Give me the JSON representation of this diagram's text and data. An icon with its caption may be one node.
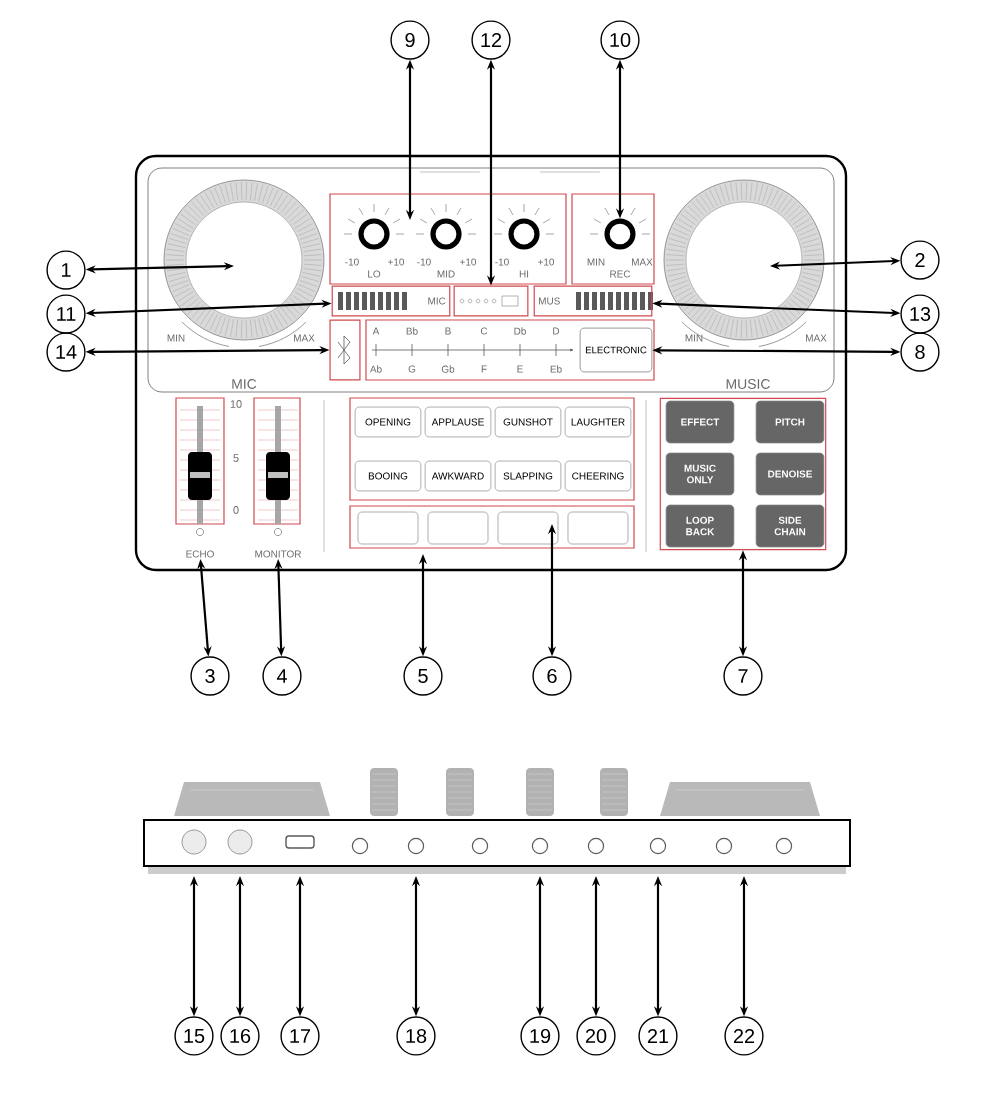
{
  "diagram": {
    "nodes": [
      {
        "text": [
          "1"
        ]
      },
      {
        "text": [
          "2"
        ]
      },
      {
        "text": [
          "3"
        ]
      },
      {
        "text": [
          "4"
        ]
      },
      {
        "text": [
          "5"
        ]
      },
      {
        "text": [
          "6"
        ]
      },
      {
        "text": [
          "7"
        ]
      },
      {
        "text": [
          "8"
        ]
      },
      {
        "text": [
          "9"
        ]
      },
      {
        "text": [
          "10"
        ]
      },
      {
        "text": [
          "11"
        ]
      },
      {
        "text": [
          "12"
        ]
      },
      {
        "text": [
          "13"
        ]
      },
      {
        "text": [
          "14"
        ]
      },
      {
        "text": [
          "15"
        ]
      },
      {
        "text": [
          "16"
        ]
      },
      {
        "text": [
          "17"
        ]
      },
      {
        "text": [
          "18"
        ]
      },
      {
        "text": [
          "19"
        ]
      },
      {
        "text": [
          "20"
        ]
      },
      {
        "text": [
          "21"
        ]
      },
      {
        "text": [
          "22"
        ]
      },
      {
        "text": [
          "ECHO"
        ]
      },
      {
        "text": [
          "MONITOR"
        ]
      },
      {
        "text": [
          "MIC"
        ]
      },
      {
        "text": [
          "MUS"
        ]
      },
      {
        "text": [
          "ELECTRONIC"
        ]
      },
      {
        "text": [],
        "shape": "box"
      },
      {
        "text": [],
        "shape": "box"
      },
      {
        "text": [],
        "shape": "circle"
      },
      {
        "text": [],
        "shape": "box"
      }
    ],
    "edges": [
      {
        "from": 0,
        "to": null,
        "arrow": "both"
      },
      {
        "from": 1,
        "to": null,
        "arrow": "both"
      },
      {
        "from": 2,
        "to": 22,
        "arrow": "both"
      },
      {
        "from": 3,
        "to": 23,
        "arrow": "both"
      },
      {
        "from": 4,
        "to": null,
        "arrow": "both"
      },
      {
        "from": 5,
        "to": null,
        "arrow": "both"
      },
      {
        "from": 6,
        "to": 30,
        "arrow": "both"
      },
      {
        "from": 7,
        "to": 26,
        "arrow": "both"
      },
      {
        "from": 8,
        "to": null,
        "arrow": "both"
      },
      {
        "from": 9,
        "to": 29,
        "arrow": "both"
      },
      {
        "from": 10,
        "to": 24,
        "arrow": "both"
      },
      {
        "from": 11,
        "to": 28,
        "arrow": "both"
      },
      {
        "from": 12,
        "to": 25,
        "arrow": "both"
      },
      {
        "from": 13,
        "to": 27,
        "arrow": "both"
      },
      {
        "from": 14,
        "to": null,
        "arrow": "both"
      },
      {
        "from": 15,
        "to": null,
        "arrow": "both"
      },
      {
        "from": 16,
        "to": null,
        "arrow": "both"
      },
      {
        "from": 17,
        "to": null,
        "arrow": "both"
      },
      {
        "from": 18,
        "to": null,
        "arrow": "both"
      },
      {
        "from": 19,
        "to": null,
        "arrow": "both"
      },
      {
        "from": 20,
        "to": null,
        "arrow": "both"
      },
      {
        "from": 21,
        "to": null,
        "arrow": "both"
      }
    ],
    "labels": [
      "MIN",
      "MIC",
      "MAX",
      "MIN",
      "MUSIC",
      "MAX",
      "-10",
      "LO",
      "+10",
      "-10",
      "MID",
      "+10",
      "-10",
      "HI",
      "+10",
      "MIN",
      "REC",
      "MAX",
      "A",
      "Bb",
      "B",
      "C",
      "Db",
      "D",
      "Ab",
      "G",
      "Gb",
      "F",
      "E",
      "Eb",
      "10",
      "5",
      "0",
      "OPENING",
      "APPLAUSE",
      "GUNSHOT",
      "LAUGHTER",
      "BOOING",
      "AWKWARD",
      "SLAPPING",
      "CHEERING",
      "EFFECT",
      "PITCH",
      "MUSIC ONLY",
      "DENOISE",
      "LOOP BACK",
      "SIDE CHAIN"
    ]
  }
}
